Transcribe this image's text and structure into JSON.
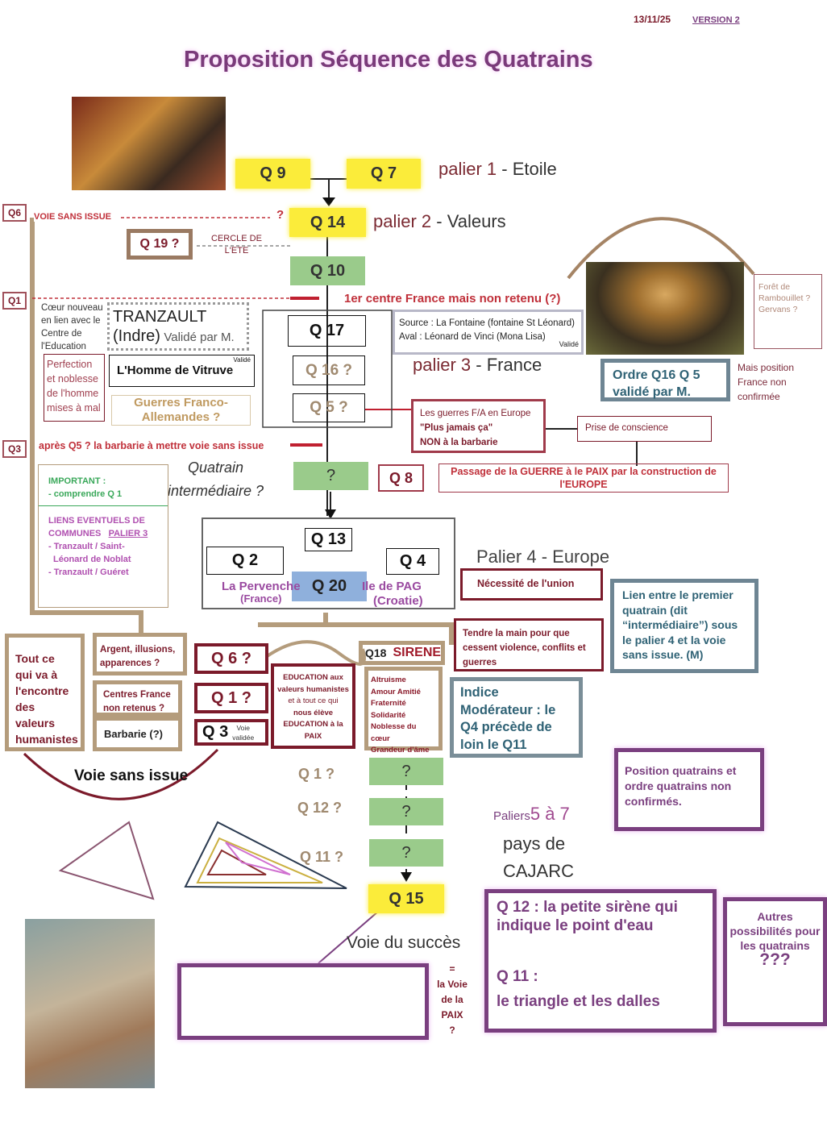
{
  "header": {
    "date": "13/11/25",
    "version": "VERSION 2",
    "title": "Proposition Séquence des Quatrains"
  },
  "paliers": {
    "p1_a": "palier 1",
    "p1_b": " - Etoile",
    "p2_a": "palier 2",
    "p2_b": " - Valeurs",
    "p3_a": "palier 3",
    "p3_b": " - France",
    "p4": "Palier 4 - Europe",
    "p57_a": "Paliers",
    "p57_b": "5 à 7",
    "p57_c": "pays de",
    "p57_d": "CAJARC"
  },
  "quatrains": {
    "q9": "Q 9",
    "q7": "Q 7",
    "q14": "Q 14",
    "q10": "Q 10",
    "q17": "Q 17",
    "q16": "Q 16 ?",
    "q5": "Q 5 ?",
    "qi": "?",
    "q8": "Q 8",
    "q13": "Q 13",
    "q2": "Q 2",
    "q4": "Q 4",
    "q20": "Q 20",
    "q18": "Q18",
    "sirene": "SIRENE",
    "q6": "Q 6  ?",
    "q1": "Q 1  ?",
    "q3": "Q 3",
    "q3_note1": "Voie",
    "q3_note2": "validée",
    "q19": "Q 19 ?",
    "q15": "Q 15",
    "s1": "?",
    "s2": "?",
    "s3": "?",
    "l1": "Q 1 ?",
    "l12": "Q 12 ?",
    "l11": "Q 11 ?"
  },
  "side_labels": {
    "q6": "Q6",
    "q1": "Q1",
    "q3": "Q3"
  },
  "lines": {
    "voie_sans_issue": "VOIE SANS ISSUE",
    "voie_q": "?",
    "cercle1": "CERCLE DE",
    "cercle2": "L'ETE",
    "centre_france": "1er centre France mais non retenu (?)",
    "apres_q5": "après Q5 ? la barbarie à mettre voie sans issue"
  },
  "notes": {
    "coeur": [
      "Cœur nouveau",
      "en lien avec le",
      "Centre de",
      "l'Education"
    ],
    "tranzault1": "TRANZAULT",
    "tranzault2": "(Indre)",
    "tranzault3": "Validé par M.",
    "vitruve_valide": "Validé",
    "vitruve": "L'Homme de Vitruve",
    "perfection": [
      "Perfection",
      "et noblesse",
      "de l'homme",
      "mises à mal"
    ],
    "guerres": "Guerres Franco-Allemandes ?",
    "source1": "Source : La Fontaine (fontaine St Léonard)",
    "source2": "Aval : Léonard de Vinci (Mona Lisa)",
    "source_valide": "Validé",
    "foret": [
      "Forêt de",
      "Rambouillet ?",
      "Gervans ?"
    ],
    "ordre1": "Ordre Q16 Q 5",
    "ordre2": "validé par M.",
    "mais": [
      "Mais position",
      "France non",
      "confirmée"
    ],
    "guerres_fa1": "Les guerres F/A en Europe",
    "guerres_fa2": "\"Plus jamais ça\"",
    "guerres_fa3": "NON à la barbarie",
    "prise": "Prise de conscience",
    "passage": "Passage de la GUERRE à le PAIX par la construction de l'EUROPE",
    "quatrain_int1": "Quatrain",
    "quatrain_int2": "intermédiaire ?",
    "important1": "IMPORTANT :",
    "important2": "- comprendre Q 1",
    "liens1": "LIENS EVENTUELS DE",
    "liens2": "COMMUNES",
    "liens_palier": "PALIER 3",
    "liens3": "- Tranzault / Saint-",
    "liens4": "Léonard  de Noblat",
    "liens5": "- Tranzault / Guéret",
    "pervenche1": "La Pervenche",
    "pervenche2": "(France)",
    "pag1": "Ile de PAG",
    "pag2": "(Croatie)",
    "union": "Nécessité de l'union",
    "tendre": "Tendre la main pour que cessent violence, conflits et guerres",
    "lien": "Lien entre le premier quatrain (dit “intermédiaire”) sous le palier 4 et la voie sans issue. (M)",
    "tout": "Tout ce qui va à l'encontre des valeurs humanistes",
    "argent": "Argent, illusions, apparences  ?",
    "centres": "Centres France non retenus  ?",
    "barbarie": "Barbarie (?)",
    "education": [
      "EDUCATION aux",
      "valeurs humanistes",
      "et à tout ce qui",
      "nous élève",
      "EDUCATION à la",
      "PAIX"
    ],
    "valeurs": [
      "Altruisme",
      "Amour Amitié",
      "Fraternité",
      "Solidarité",
      "Noblesse du cœur",
      "Grandeur d'âme"
    ],
    "indice": "Indice Modérateur : le Q4 précède de loin le Q11",
    "voie_sans_issue": "Voie sans issue",
    "position": "Position quatrains et ordre quatrains non confirmés.",
    "voie_succes": "Voie du succès",
    "paix": [
      "=",
      "la Voie",
      "de la",
      "PAIX",
      "?"
    ],
    "q12_1": "Q 12 : la petite sirène qui indique le point d'eau",
    "q11_1": "Q 11 :",
    "q11_2": "le triangle et les dalles",
    "autres1": "Autres possibilités pour les quatrains",
    "autres2": "???"
  }
}
